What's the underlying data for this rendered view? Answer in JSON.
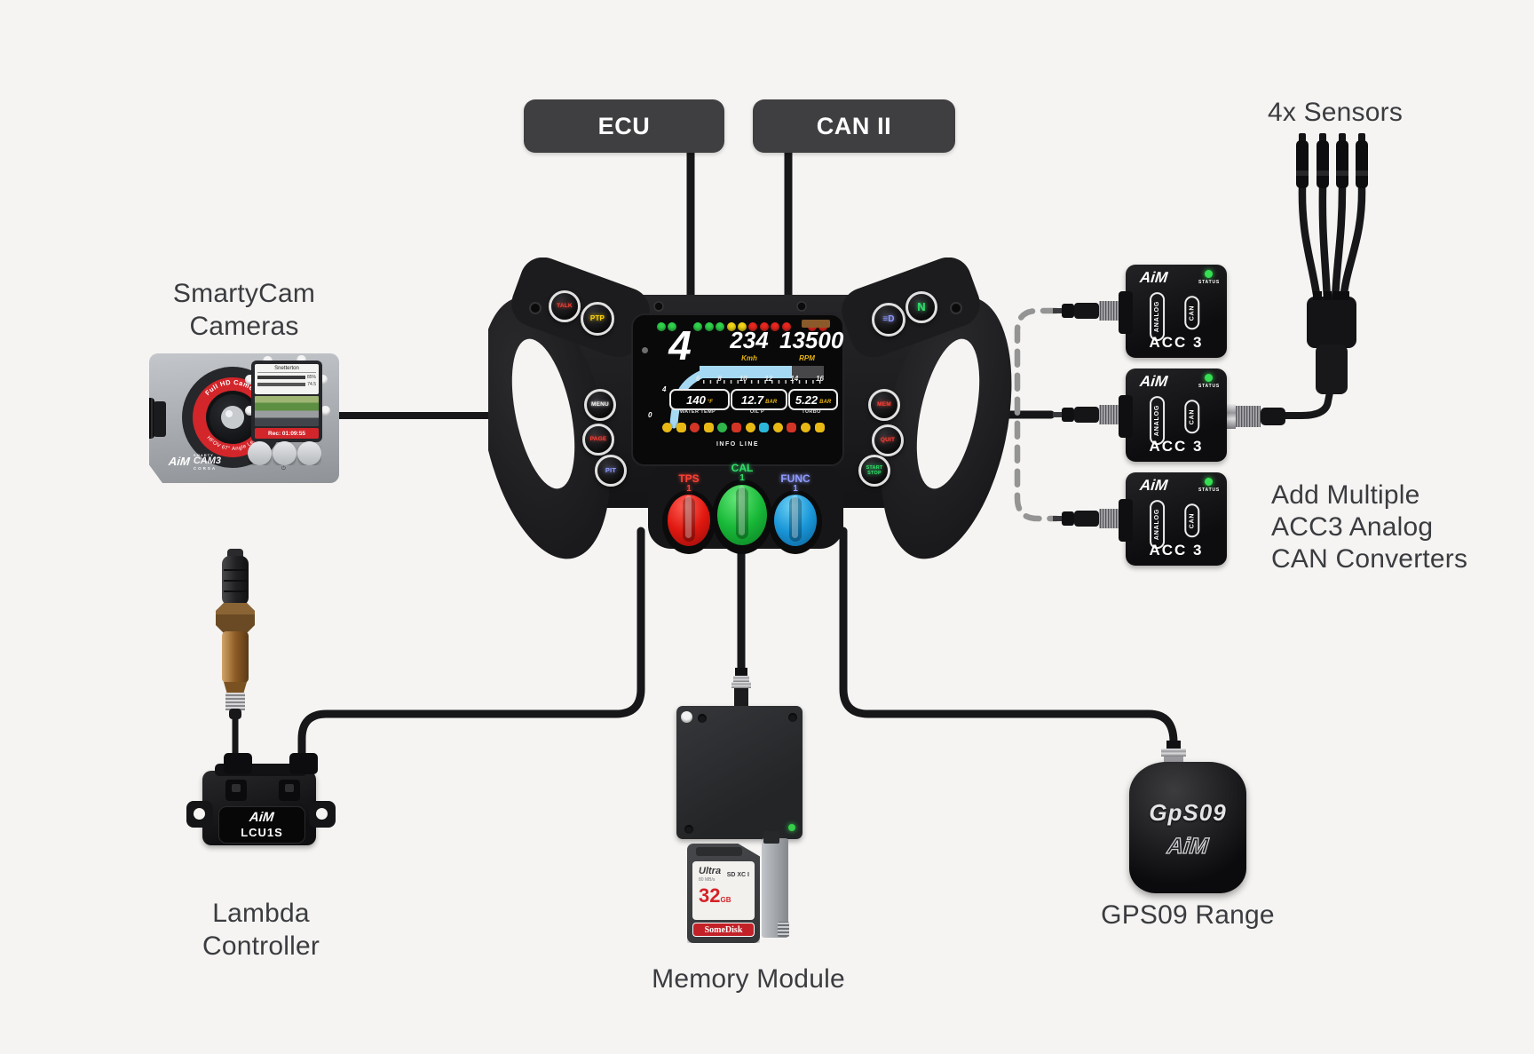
{
  "connections": {
    "ecu": "ECU",
    "can2": "CAN II"
  },
  "annotations": {
    "sensors": "4x Sensors",
    "smartycam_line1": "SmartyCam",
    "smartycam_line2": "Cameras",
    "acc_note_line1": "Add Multiple",
    "acc_note_line2": "ACC3 Analog",
    "acc_note_line3": "CAN Converters",
    "lambda": "Lambda Controller",
    "memory": "Memory Module",
    "gps": "GPS09 Range"
  },
  "wheel": {
    "buttons": {
      "talk": "TALK",
      "ptp": "PTP",
      "menu": "MENU",
      "page": "PAGE",
      "pit": "PIT",
      "mem": "MEM",
      "quit": "QUIT",
      "start": "START",
      "stop": "STOP",
      "neutral": "N",
      "headlight_glyph": "≡D"
    },
    "knobs": [
      {
        "label": "TPS",
        "index": "1"
      },
      {
        "label": "CAL",
        "index": "1"
      },
      {
        "label": "FUNC",
        "index": "1"
      }
    ],
    "display": {
      "gear": "4",
      "speed": "234",
      "speed_unit": "Kmh",
      "rpm": "13500",
      "rpm_unit": "RPM",
      "rpm_ticks": [
        "6",
        "8",
        "10",
        "12",
        "14",
        "16"
      ],
      "curve_top": "4",
      "curve_zero": "0",
      "gauges": [
        {
          "value": "140",
          "unit": "°F",
          "label": "WATER TEMP"
        },
        {
          "value": "12.7",
          "unit": "BAR",
          "label": "OIL P"
        },
        {
          "value": "5.22",
          "unit": "BAR",
          "label": "TURBO"
        }
      ],
      "info_line": "INFO LINE",
      "leds": [
        "#2fd24a",
        "#2fd24a",
        "#2fd24a",
        "#2fd24a",
        "#2fd24a",
        "#f2d516",
        "#f2d516",
        "#e8271f",
        "#e8271f",
        "#e8271f",
        "#e8271f",
        "#e8271f",
        "#e8271f"
      ],
      "status_icons": [
        "#e8b915",
        "#e8b915",
        "#d23425",
        "#e8b915",
        "#2fb54a",
        "#d23425",
        "#e8b915",
        "#2bb8d8",
        "#e8b915",
        "#d23425",
        "#e8b915",
        "#e8b915"
      ]
    }
  },
  "acc3": {
    "brand": "AiM",
    "status": "STATUS",
    "port_analog": "ANALOG",
    "port_can": "CAN",
    "name": "ACC 3"
  },
  "smartycam": {
    "lens_top": "Full HD Camera",
    "lens_bottom": "HFOV 67° Angle Lens",
    "screen_title": "Snetterton",
    "stat1": "85%",
    "stat2": "74.5",
    "rec": "Rec: 01:09:55",
    "brand": "AiM",
    "model_small": "SMARTY",
    "model": "CAM3",
    "model_sub": "CORSA"
  },
  "lcu1s": {
    "brand": "AiM",
    "name": "LCU1S"
  },
  "sd_card": {
    "series": "Ultra",
    "speed": "80 MB/s",
    "type": "SD XC I",
    "capacity": "32",
    "capacity_unit": "GB",
    "brand": "SomeDisk"
  },
  "gps09": {
    "name": "GpS09",
    "brand": "AiM"
  }
}
